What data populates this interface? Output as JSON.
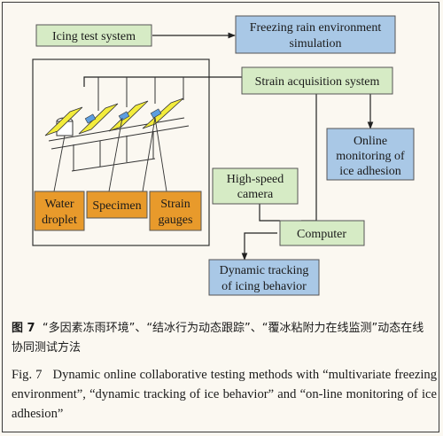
{
  "boxes": {
    "icing_test_system": "Icing test system",
    "freezing_rain_line1": "Freezing rain environment",
    "freezing_rain_line2": "simulation",
    "strain_acquisition": "Strain acquisition system",
    "online_line1": "Online",
    "online_line2": "monitoring of",
    "online_line3": "ice adhesion",
    "high_speed_line1": "High-speed",
    "high_speed_line2": "camera",
    "computer": "Computer",
    "dynamic_line1": "Dynamic tracking",
    "dynamic_line2": "of icing behavior",
    "water_line1": "Water",
    "water_line2": "droplet",
    "specimen": "Specimen",
    "strain_line1": "Strain",
    "strain_line2": "gauges"
  },
  "caption": {
    "cn_label": "图 7",
    "cn_text": "“多因素冻雨环境”、“结冰行为动态跟踪”、“覆冰粘附力在线监测”动态在线协同测试方法",
    "en_label": "Fig. 7",
    "en_text": "Dynamic online collaborative testing methods with “multivariate freezing environment”, “dynamic tracking of ice behavior” and “on-line monitoring of ice adhesion”"
  },
  "colors": {
    "green_box": "#d6ebc5",
    "blue_box": "#a9c8e6",
    "orange_box": "#e89a2b",
    "plate_yellow": "#f3ec3c",
    "specimen_blue": "#5d9ee0"
  }
}
